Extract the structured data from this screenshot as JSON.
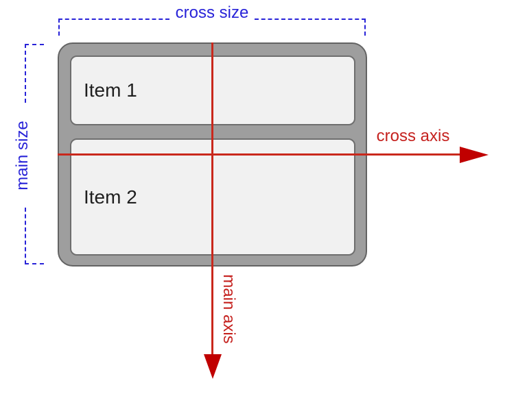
{
  "diagram": {
    "type": "flexbox-axes-diagram",
    "items": [
      {
        "label": "Item 1"
      },
      {
        "label": "Item 2"
      }
    ],
    "annotations": {
      "cross_size": "cross size",
      "main_size": "main size",
      "cross_axis": "cross axis",
      "main_axis": "main axis"
    },
    "colors": {
      "size_label": "#2823d8",
      "axis_label": "#c5221f",
      "axis_line": "#c9281c",
      "arrowhead": "#c00000",
      "container_fill": "#9e9e9e",
      "container_border": "#636363",
      "item_fill": "#f1f1f1",
      "item_border": "#6e6e6e",
      "item_text": "#1f1f1f"
    }
  }
}
